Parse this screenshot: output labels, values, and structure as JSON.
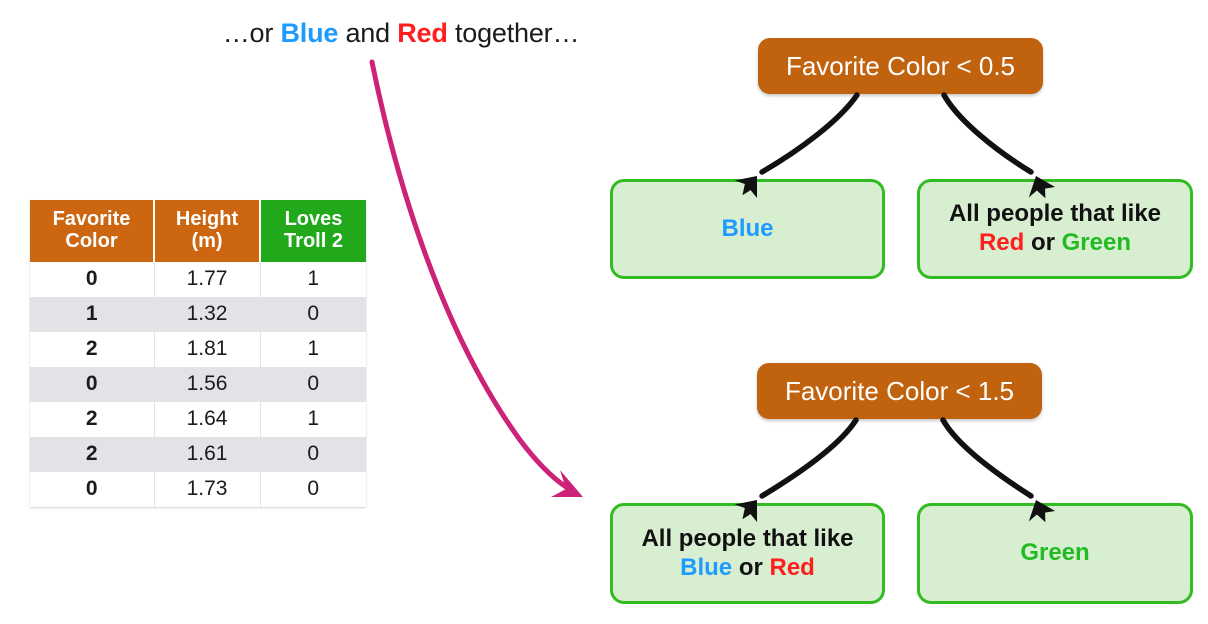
{
  "caption": {
    "parts": [
      {
        "text": "…or ",
        "color": "black",
        "bold": false
      },
      {
        "text": "Blue",
        "color": "blue",
        "bold": true
      },
      {
        "text": " and ",
        "color": "black",
        "bold": false
      },
      {
        "text": "Red",
        "color": "red",
        "bold": true
      },
      {
        "text": " together…",
        "color": "black",
        "bold": false
      }
    ],
    "plain": "…or Blue and Red together…"
  },
  "table": {
    "headers": [
      {
        "line1": "Favorite",
        "line2": "Color",
        "bg": "#cc6611"
      },
      {
        "line1": "Height",
        "line2": "(m)",
        "bg": "#cc6611"
      },
      {
        "line1": "Loves",
        "line2": "Troll 2",
        "bg": "#22a81b"
      }
    ],
    "rows": [
      {
        "color_value": "0",
        "color_class": "blue",
        "height": "1.77",
        "loves": "1"
      },
      {
        "color_value": "1",
        "color_class": "red",
        "height": "1.32",
        "loves": "0"
      },
      {
        "color_value": "2",
        "color_class": "green",
        "height": "1.81",
        "loves": "1"
      },
      {
        "color_value": "0",
        "color_class": "blue",
        "height": "1.56",
        "loves": "0"
      },
      {
        "color_value": "2",
        "color_class": "green",
        "height": "1.64",
        "loves": "1"
      },
      {
        "color_value": "2",
        "color_class": "green",
        "height": "1.61",
        "loves": "0"
      },
      {
        "color_value": "0",
        "color_class": "blue",
        "height": "1.73",
        "loves": "0"
      }
    ]
  },
  "trees": {
    "top": {
      "root_label": "Favorite Color < 0.5",
      "left_leaf": {
        "lead": "",
        "segments": [
          {
            "text": "Blue",
            "color": "blue"
          }
        ]
      },
      "right_leaf": {
        "lead": "All people that like",
        "segments": [
          {
            "text": "Red",
            "color": "red"
          },
          {
            "text": " or ",
            "color": "black"
          },
          {
            "text": "Green",
            "color": "green"
          }
        ]
      }
    },
    "bottom": {
      "root_label": "Favorite Color < 1.5",
      "left_leaf": {
        "lead": "All people that like",
        "segments": [
          {
            "text": "Blue",
            "color": "blue"
          },
          {
            "text": " or ",
            "color": "black"
          },
          {
            "text": "Red",
            "color": "red"
          }
        ]
      },
      "right_leaf": {
        "lead": "",
        "segments": [
          {
            "text": "Green",
            "color": "green"
          }
        ]
      }
    }
  },
  "colors": {
    "blue": "#1e9bff",
    "red": "#ff1d1d",
    "green": "#22bb22",
    "orange_node": "#c1620f",
    "orange_header": "#cc6611",
    "green_header": "#22a81b",
    "leaf_fill": "#d8eed0",
    "leaf_border": "#33bb22",
    "pink_arrow": "#cc2277",
    "row_stripe": "#e1e3e6"
  },
  "annotation_arrow": {
    "name": "pink-curved-arrow",
    "from": "caption",
    "to": "bottom-tree-area"
  }
}
